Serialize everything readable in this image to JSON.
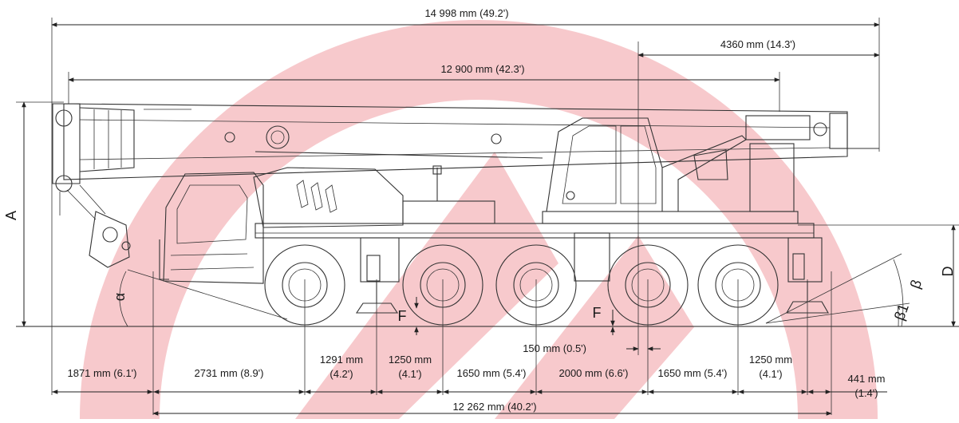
{
  "colors": {
    "watermark": "#f7c9cc",
    "line": "#222222"
  },
  "dimensions": {
    "overall_length": "14 998 mm (49.2')",
    "rear_overhang": "4360 mm (14.3')",
    "boom_length": "12 900 mm (42.3')",
    "front_overhang": "1871 mm (6.1')",
    "axle1_to_axle2": "2731 mm (8.9')",
    "outrigger_front_a": "1291 mm",
    "outrigger_front_b": "(4.2')",
    "outrigger_mid_a": "1250 mm",
    "outrigger_mid_b": "(4.1')",
    "axle2_to_axle3": "1650 mm (5.4')",
    "axle3_to_axle4": "2000 mm (6.6')",
    "axle4_to_axle5": "1650 mm (5.4')",
    "outrigger_rear_a": "1250 mm",
    "outrigger_rear_b": "(4.1')",
    "rear_end_a": "441 mm",
    "rear_end_b": "(1.4')",
    "offset": "150 mm (0.5')",
    "wheelbase_total": "12 262 mm (40.2')"
  },
  "labels": {
    "A": "A",
    "D": "D",
    "F1": "F",
    "F2": "F",
    "alpha": "α",
    "beta": "β",
    "beta1": "β1"
  }
}
